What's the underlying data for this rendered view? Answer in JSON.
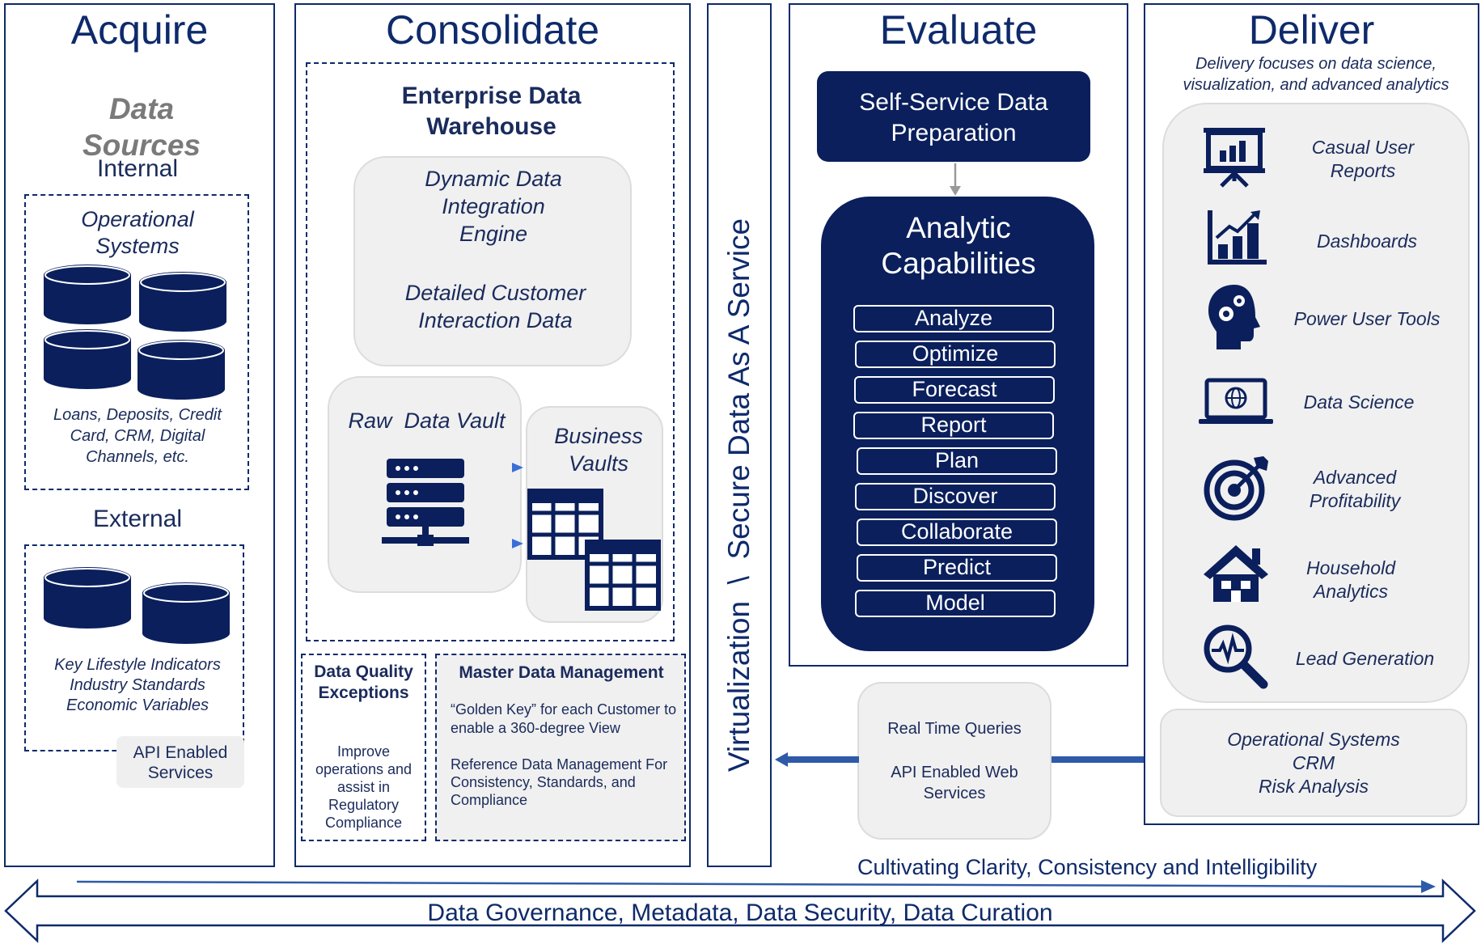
{
  "acquire": {
    "title": "Acquire",
    "sources_label": "Data Sources",
    "internal_label": "Internal",
    "operational_label": "Operational Systems",
    "internal_caption": "Loans, Deposits, Credit Card, CRM, Digital Channels, etc.",
    "external_label": "External",
    "external_caption_lines": [
      "Key Lifestyle Indicators",
      "Industry Standards",
      "Economic Variables"
    ],
    "api_label": "API Enabled Services"
  },
  "consolidate": {
    "title": "Consolidate",
    "edw_title": "Enterprise Data Warehouse",
    "ddi_engine": "Dynamic Data Integration Engine",
    "customer_data": "Detailed Customer Interaction Data",
    "raw_vault": "Raw  Data Vault",
    "business_vaults": "Business Vaults",
    "dq_title": "Data Quality Exceptions",
    "dq_body": "Improve operations and assist in Regulatory Compliance",
    "mdm_title": "Master Data Management",
    "mdm_line1": "“Golden Key” for each Customer to enable a 360-degree View",
    "mdm_line2": "Reference Data Management For Consistency, Standards, and Compliance"
  },
  "service": {
    "vertical_label": "Virtualization  \\  Secure Data As A Service"
  },
  "evaluate": {
    "title": "Evaluate",
    "prep_label": "Self-Service Data Preparation",
    "analytic_title": "Analytic Capabilities",
    "capabilities": [
      "Analyze",
      "Optimize",
      "Forecast",
      "Report",
      "Plan",
      "Discover",
      "Collaborate",
      "Predict",
      "Model"
    ],
    "realtime_line1": "Real Time Queries",
    "realtime_line2": "API Enabled Web Services"
  },
  "deliver": {
    "title": "Deliver",
    "subtitle": "Delivery focuses on data science, visualization, and advanced analytics",
    "items": [
      {
        "label": "Casual User Reports",
        "icon": "presentation-chart-icon"
      },
      {
        "label": "Dashboards",
        "icon": "bar-chart-icon"
      },
      {
        "label": "Power User Tools",
        "icon": "head-gears-icon"
      },
      {
        "label": "Data Science",
        "icon": "laptop-globe-icon"
      },
      {
        "label": "Advanced Profitability",
        "icon": "target-icon"
      },
      {
        "label": "Household Analytics",
        "icon": "house-icon"
      },
      {
        "label": "Lead Generation",
        "icon": "magnifier-pulse-icon"
      }
    ],
    "outputs_lines": [
      "Operational Systems",
      "CRM",
      "Risk Analysis"
    ]
  },
  "footer": {
    "cultivating": "Cultivating Clarity, Consistency and Intelligibility",
    "governance": "Data Governance, Metadata, Data Security, Data Curation"
  },
  "colors": {
    "navy": "#0a1f5c",
    "border": "#0e2a6b",
    "gray_box": "#f0f0f0",
    "arrow": "#2e5aa8"
  }
}
